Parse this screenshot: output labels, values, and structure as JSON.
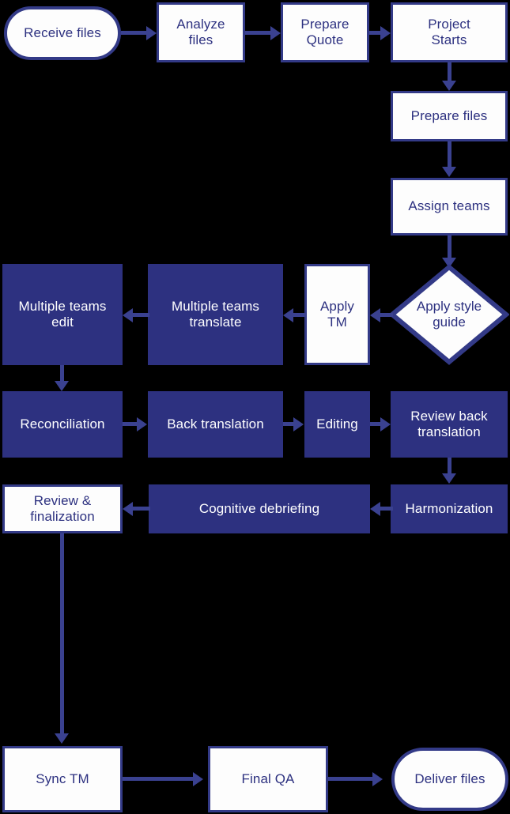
{
  "diagram": {
    "title": "Translation project workflow flowchart",
    "background_color": "#000000",
    "colors": {
      "navy_fill": "#2D3180",
      "navy_stroke": "#333A87",
      "connector": "#3A4190",
      "white_fill": "#FDFDFD",
      "navy_text": "#2D3180",
      "white_text": "#FFFFFF"
    },
    "nodes": [
      {
        "id": "receive-files",
        "label": "Receive files",
        "shape": "terminator",
        "style": "white"
      },
      {
        "id": "analyze-files",
        "label": "Analyze\nfiles",
        "shape": "process",
        "style": "white"
      },
      {
        "id": "prepare-quote",
        "label": "Prepare\nQuote",
        "shape": "process",
        "style": "white"
      },
      {
        "id": "project-starts",
        "label": "Project\nStarts",
        "shape": "process",
        "style": "white"
      },
      {
        "id": "prepare-files",
        "label": "Prepare files",
        "shape": "process",
        "style": "white"
      },
      {
        "id": "assign-teams",
        "label": "Assign teams",
        "shape": "process",
        "style": "white"
      },
      {
        "id": "apply-style-guide",
        "label": "Apply style\nguide",
        "shape": "decision",
        "style": "white"
      },
      {
        "id": "apply-tm",
        "label": "Apply\nTM",
        "shape": "process",
        "style": "white"
      },
      {
        "id": "multiple-teams-translate",
        "label": "Multiple teams\ntranslate",
        "shape": "process",
        "style": "filled"
      },
      {
        "id": "multiple-teams-edit",
        "label": "Multiple teams\nedit",
        "shape": "process",
        "style": "filled"
      },
      {
        "id": "reconciliation",
        "label": "Reconciliation",
        "shape": "process",
        "style": "filled"
      },
      {
        "id": "back-translation",
        "label": "Back translation",
        "shape": "process",
        "style": "filled"
      },
      {
        "id": "editing",
        "label": "Editing",
        "shape": "process",
        "style": "filled"
      },
      {
        "id": "review-back-translation",
        "label": "Review back\ntranslation",
        "shape": "process",
        "style": "filled"
      },
      {
        "id": "harmonization",
        "label": "Harmonization",
        "shape": "process",
        "style": "filled"
      },
      {
        "id": "cognitive-debriefing",
        "label": "Cognitive debriefing",
        "shape": "process",
        "style": "filled"
      },
      {
        "id": "review-finalization",
        "label": "Review &\nfinalization",
        "shape": "process",
        "style": "white"
      },
      {
        "id": "sync-tm",
        "label": "Sync TM",
        "shape": "process",
        "style": "white"
      },
      {
        "id": "final-qa",
        "label": "Final QA",
        "shape": "process",
        "style": "white"
      },
      {
        "id": "deliver-files",
        "label": "Deliver files",
        "shape": "terminator",
        "style": "white"
      }
    ],
    "edges": [
      {
        "from": "receive-files",
        "to": "analyze-files",
        "direction": "right"
      },
      {
        "from": "analyze-files",
        "to": "prepare-quote",
        "direction": "right"
      },
      {
        "from": "prepare-quote",
        "to": "project-starts",
        "direction": "right"
      },
      {
        "from": "project-starts",
        "to": "prepare-files",
        "direction": "down"
      },
      {
        "from": "prepare-files",
        "to": "assign-teams",
        "direction": "down"
      },
      {
        "from": "assign-teams",
        "to": "apply-style-guide",
        "direction": "down"
      },
      {
        "from": "apply-style-guide",
        "to": "apply-tm",
        "direction": "left"
      },
      {
        "from": "apply-tm",
        "to": "multiple-teams-translate",
        "direction": "left"
      },
      {
        "from": "multiple-teams-translate",
        "to": "multiple-teams-edit",
        "direction": "left"
      },
      {
        "from": "multiple-teams-edit",
        "to": "reconciliation",
        "direction": "down"
      },
      {
        "from": "reconciliation",
        "to": "back-translation",
        "direction": "right"
      },
      {
        "from": "back-translation",
        "to": "editing",
        "direction": "right"
      },
      {
        "from": "editing",
        "to": "review-back-translation",
        "direction": "right"
      },
      {
        "from": "review-back-translation",
        "to": "harmonization",
        "direction": "down"
      },
      {
        "from": "harmonization",
        "to": "cognitive-debriefing",
        "direction": "left"
      },
      {
        "from": "cognitive-debriefing",
        "to": "review-finalization",
        "direction": "left"
      },
      {
        "from": "review-finalization",
        "to": "sync-tm",
        "direction": "down"
      },
      {
        "from": "sync-tm",
        "to": "final-qa",
        "direction": "right"
      },
      {
        "from": "final-qa",
        "to": "deliver-files",
        "direction": "right"
      }
    ]
  }
}
